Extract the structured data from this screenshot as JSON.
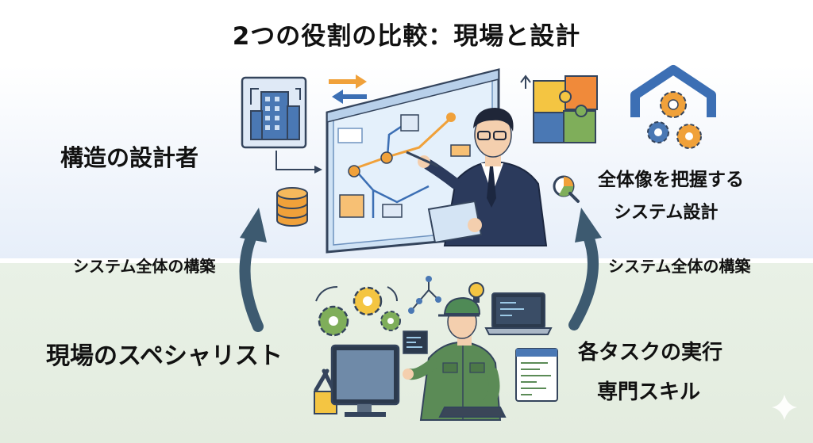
{
  "title": "2つの役割の比較：現場と設計",
  "designer_role": {
    "title": "構造の設計者",
    "traits": [
      "全体像を把握する",
      "システム設計"
    ]
  },
  "connector_label": "システム全体の構築",
  "specialist_role": {
    "title": "現場のスペシャリスト",
    "traits": [
      "各タスクの実行",
      "専門スキル"
    ]
  },
  "icons": [
    "building-icon",
    "exchange-arrows-icon",
    "database-icon",
    "whiteboard-diagram-icon",
    "architect-person-icon",
    "puzzle-icon",
    "gears-house-icon",
    "magnifier-chart-icon",
    "up-arrow-icon",
    "gears-icon",
    "network-icon",
    "lightbulb-icon",
    "laptop-code-icon",
    "tools-icon",
    "monitor-icon",
    "worker-person-icon",
    "code-panel-icon",
    "sparkle-icon"
  ],
  "colors": {
    "top_band": "#e6eef9",
    "bottom_band": "#e3ecdf",
    "accent_orange": "#f0a13a",
    "accent_blue": "#3c6fb4",
    "worker_green": "#5b8b56",
    "arrow_dark": "#3d5a70"
  }
}
